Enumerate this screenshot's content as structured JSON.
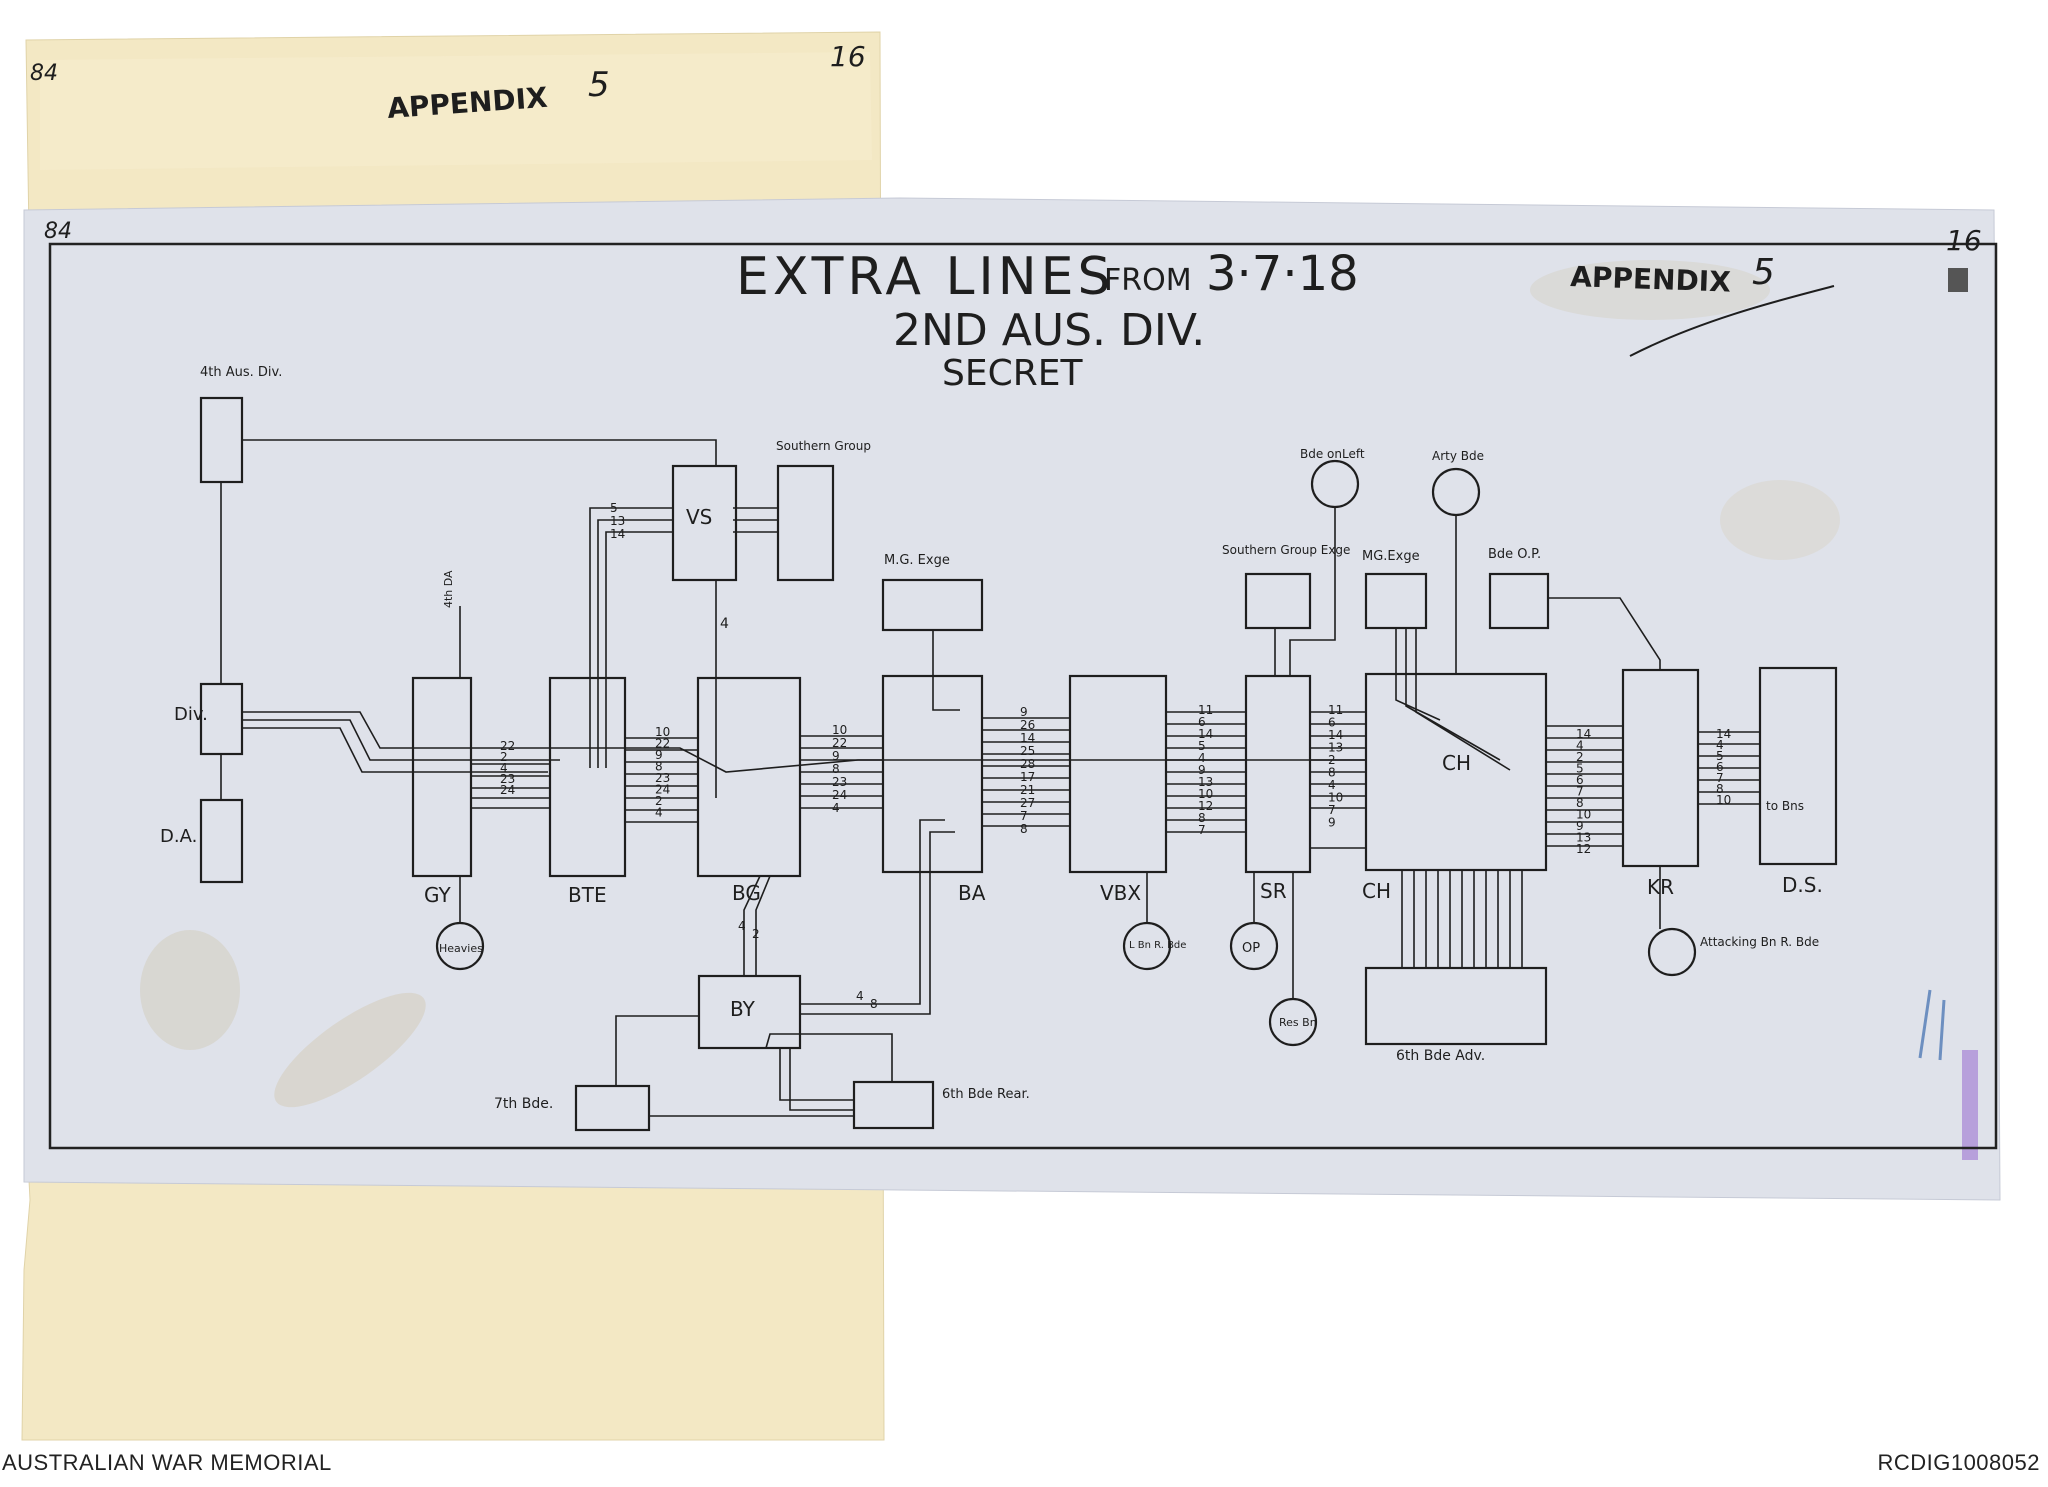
{
  "archive": {
    "source_label": "AUSTRALIAN WAR MEMORIAL",
    "catalogue_id": "RCDIG1008052"
  },
  "backing_sheet": {
    "stamp": "APPENDIX",
    "stamp_number": "5",
    "folio_left": "84",
    "folio_right": "16"
  },
  "overlay_sheet": {
    "folio_left": "84",
    "folio_right": "16",
    "stamp": "APPENDIX",
    "stamp_number": "5"
  },
  "diagram": {
    "title": "EXTRA LINES",
    "title_from": "FROM",
    "title_date": "3·7·18",
    "subtitle": "2ND AUS. DIV.",
    "classification": "SECRET",
    "exchanges": {
      "div": "Div.",
      "da": "D.A.",
      "gy": "GY",
      "bte": "BTE",
      "bg": "BG",
      "ba": "BA",
      "vbx": "VBX",
      "sr": "SR",
      "ch": "CH",
      "ch_inner": "CH",
      "kr": "KR",
      "ds": "D.S.",
      "vs": "VS",
      "by": "BY",
      "fourth_aus_div": "4th Aus. Div.",
      "southern_group": "Southern Group",
      "mg_exge_left": "M.G. Exge",
      "southern_group_exge": "Southern Group Exge",
      "mg_exge_right": "MG.Exge",
      "bde_op": "Bde O.P.",
      "bde_on_left": "Bde onLeft",
      "arty_bde": "Arty Bde",
      "fourth_da": "4th DA",
      "heavies": "Heavies",
      "l_bn_r_bde": "L Bn R. Bde",
      "op": "OP",
      "res_bn": "Res Bn",
      "attacking_bn": "Attacking Bn R. Bde",
      "sixth_bde_adv": "6th Bde Adv.",
      "seventh_bde": "7th Bde.",
      "sixth_bde_rear": "6th Bde Rear.",
      "to_bns": "to Bns"
    },
    "line_numbers": {
      "gy_bte": [
        "22",
        "2",
        "4",
        "23",
        "24"
      ],
      "bte_bg": [
        "10",
        "22",
        "9",
        "8",
        "23",
        "24",
        "2",
        "4"
      ],
      "bg_ba": [
        "10",
        "22",
        "9",
        "8",
        "23",
        "24",
        "4"
      ],
      "ba_vbx": [
        "9",
        "26",
        "14",
        "25",
        "28",
        "17",
        "21",
        "27",
        "7",
        "8"
      ],
      "vbx_sr": [
        "11",
        "6",
        "14",
        "5",
        "4",
        "9",
        "13",
        "10",
        "12",
        "8",
        "7"
      ],
      "sr_ch": [
        "11",
        "6",
        "14",
        "13",
        "2",
        "8",
        "4",
        "10",
        "7",
        "9"
      ],
      "ch_kr": [
        "14",
        "4",
        "2",
        "5",
        "6",
        "7",
        "8",
        "10",
        "9",
        "13",
        "12"
      ],
      "kr_ds": [
        "14",
        "4",
        "5",
        "6",
        "7",
        "8",
        "10"
      ],
      "vs_in": [
        "5",
        "13",
        "14"
      ],
      "bg_vs": "4",
      "bg_by": [
        "4",
        "2"
      ],
      "by_ba": [
        "4",
        "8"
      ]
    }
  }
}
